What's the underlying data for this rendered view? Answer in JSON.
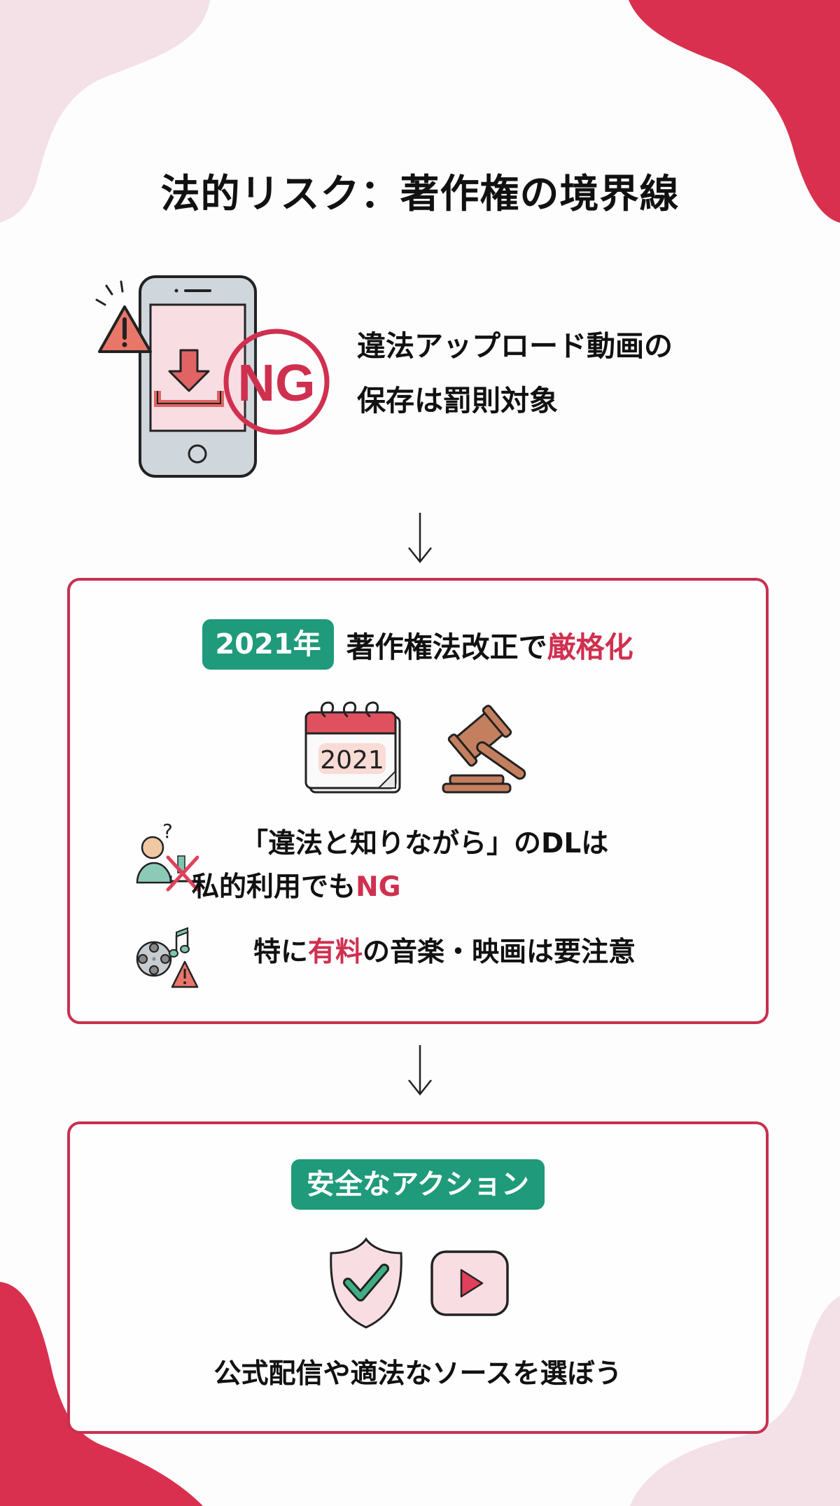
{
  "title": "法的リスク：著作権の境界線",
  "hero": {
    "icon": "phone-download-ng-icon",
    "stamp_text": "NG",
    "line1": "違法アップロード動画の",
    "line2": "保存は罰則対象"
  },
  "card1": {
    "badge": "2021年",
    "heading_prefix": "著作権法改正で",
    "heading_accent": "厳格化",
    "calendar_year": "2021",
    "icons": [
      "calendar-icon",
      "gavel-icon"
    ],
    "items": [
      {
        "icon": "person-download-crossed-icon",
        "line1": "「違法と知りながら」のDLは",
        "line2_prefix": "私的利用でも",
        "line2_accent": "NG"
      },
      {
        "icon": "film-music-warning-icon",
        "prefix": "特に",
        "accent": "有料",
        "suffix": "の音楽・映画は要注意"
      }
    ]
  },
  "card2": {
    "badge": "安全なアクション",
    "icons": [
      "shield-check-icon",
      "play-button-icon"
    ],
    "text": "公式配信や適法なソースを選ぼう"
  },
  "colors": {
    "accent_red": "#d0304f",
    "border_red": "#c8304f",
    "blob_red": "#d9304f",
    "blob_pink": "#f3e1e7",
    "badge_green": "#1f9a7a"
  }
}
